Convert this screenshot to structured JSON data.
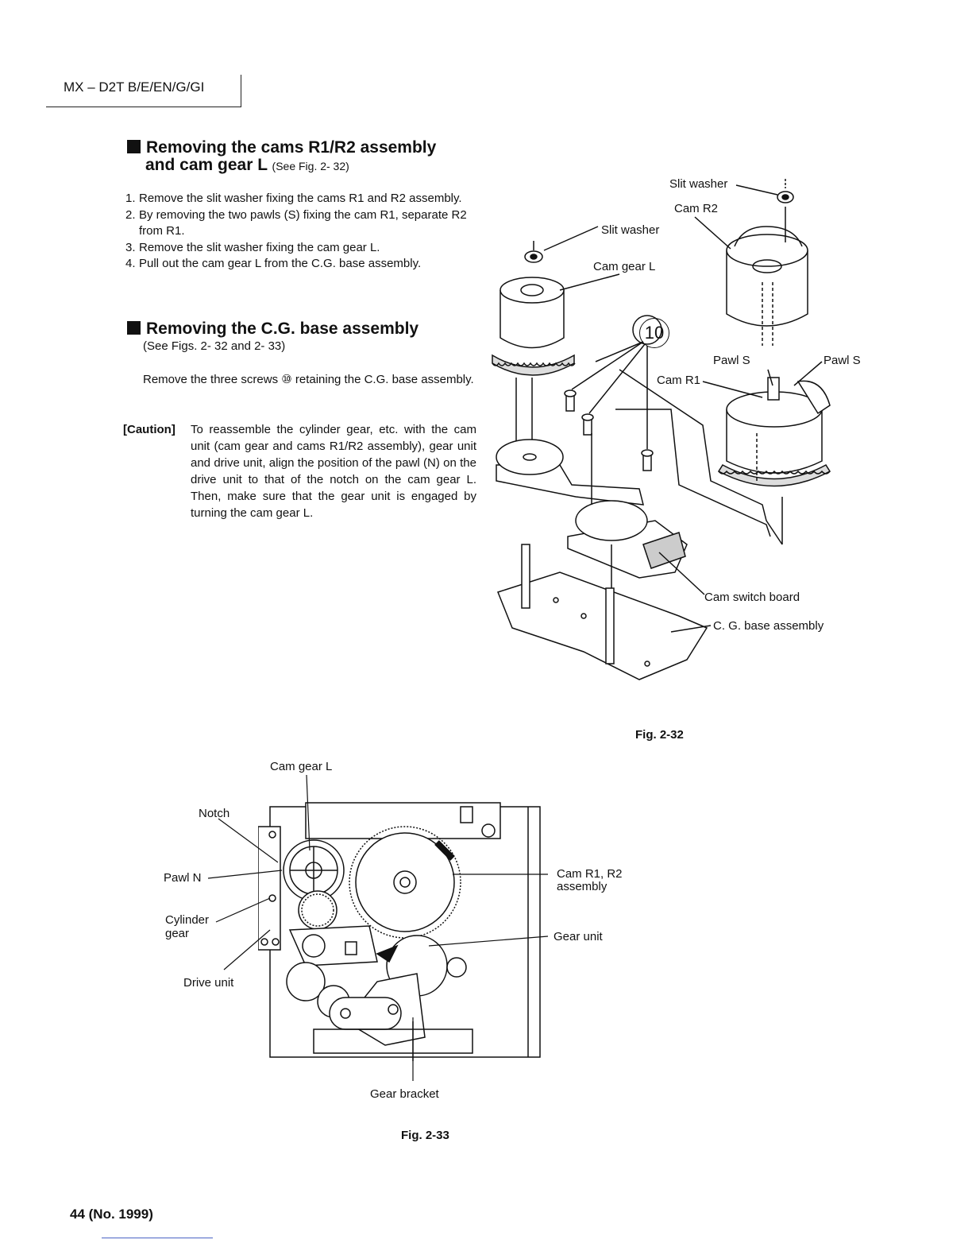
{
  "header": {
    "model": "MX – D2T B/E/EN/G/GI"
  },
  "section1": {
    "title_line1": "Removing the cams R1/R2 assembly",
    "title_line2": "and cam gear L",
    "see": "(See Fig. 2- 32)",
    "steps": [
      {
        "n": "1.",
        "text": "Remove the slit washer fixing the cams R1 and R2 assembly."
      },
      {
        "n": "2.",
        "text": "By removing the two pawls (S) fixing the cam R1, separate R2 from R1."
      },
      {
        "n": "3.",
        "text": "Remove the slit washer fixing the cam gear L."
      },
      {
        "n": "4.",
        "text": "Pull out the cam gear L from the C.G. base assembly."
      }
    ]
  },
  "section2": {
    "title": "Removing the C.G. base assembly",
    "see": "(See Figs. 2- 32 and 2- 33)",
    "body": "Remove the three screws ⑩ retaining the C.G. base assembly."
  },
  "caution": {
    "label": "[Caution]",
    "text": "To reassemble the cylinder gear, etc. with the cam unit (cam gear and cams R1/R2 assembly), gear unit and drive unit, align the position of the pawl (N) on the drive unit to that of the notch on the cam gear L. Then, make sure that the gear unit is engaged by turning the cam gear L."
  },
  "fig32": {
    "caption": "Fig. 2-32",
    "labels": {
      "slit_washer_top": "Slit washer",
      "cam_r2": "Cam R2",
      "slit_washer_mid": "Slit washer",
      "cam_gear_l": "Cam gear L",
      "screw_num": "10",
      "pawl_s_left": "Pawl S",
      "pawl_s_right": "Pawl S",
      "cam_r1": "Cam R1",
      "cam_switch_board": "Cam switch board",
      "cg_base": "C. G. base assembly"
    }
  },
  "fig33": {
    "caption": "Fig. 2-33",
    "labels": {
      "cam_gear_l": "Cam gear L",
      "notch": "Notch",
      "pawl_n": "Pawl N",
      "cylinder_gear_1": "Cylinder",
      "cylinder_gear_2": "gear",
      "drive_unit": "Drive unit",
      "cam_r1r2_1": "Cam R1, R2",
      "cam_r1r2_2": "assembly",
      "gear_unit": "Gear unit",
      "gear_bracket": "Gear bracket"
    }
  },
  "footer": {
    "page": "44 (No. 1999)"
  }
}
